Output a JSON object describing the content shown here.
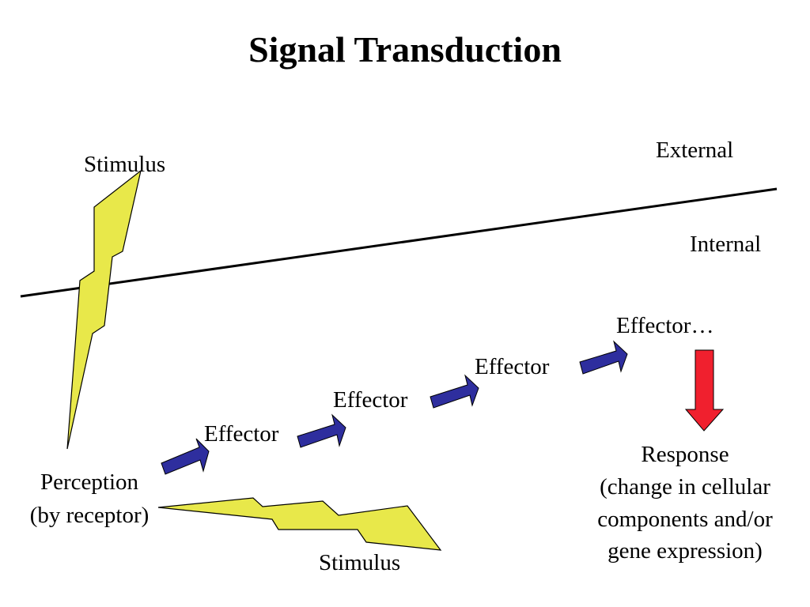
{
  "title": "Signal Transduction",
  "labels": {
    "stimulus_top": "Stimulus",
    "external": "External",
    "internal": "Internal",
    "perception_line1": "Perception",
    "perception_line2": "(by receptor)",
    "effector_1": "Effector",
    "effector_2": "Effector",
    "effector_3": "Effector",
    "effector_4": "Effector…",
    "stimulus_bottom": "Stimulus",
    "response_line1": "Response",
    "response_line2": "(change in cellular",
    "response_line3": "components and/or",
    "response_line4": "gene expression)"
  },
  "colors": {
    "lightning_fill": "#E8E84A",
    "arrow_blue": "#2E2E9E",
    "arrow_red": "#F0202E",
    "membrane_line": "#000000"
  }
}
